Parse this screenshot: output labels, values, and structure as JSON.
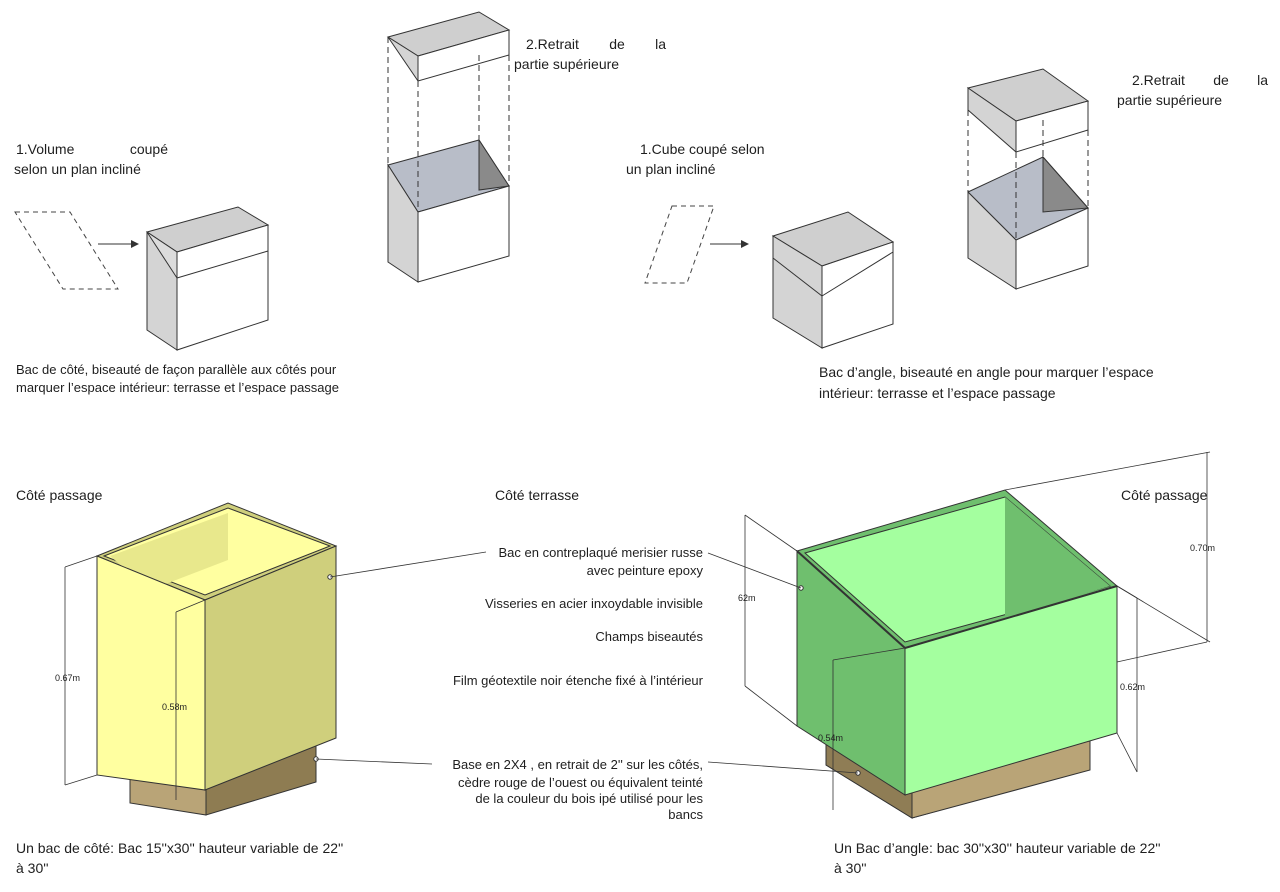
{
  "top_left": {
    "step1_line1": "1.Volume coupé",
    "step1_line2": "selon un plan incliné",
    "step2_line1": "2.Retrait de la",
    "step2_line2": "partie supérieure",
    "caption_line1": "Bac de côté, biseauté de façon parallèle aux côtés pour",
    "caption_line2": "marquer l’espace intérieur: terrasse et l’espace passage"
  },
  "top_right": {
    "step1_line1": "1.Cube coupé selon",
    "step1_line2": "un plan incliné",
    "step2_line1": "2.Retrait de la",
    "step2_line2": "partie supérieure",
    "caption_line1": "Bac d’angle, biseauté en angle pour marquer l’espace",
    "caption_line2": "intérieur: terrasse et l’espace passage"
  },
  "bottom": {
    "label_left_passage": "Côté passage",
    "label_terrasse": "Côté terrasse",
    "label_right_passage": "Côté passage",
    "note_1_line1": "Bac en contreplaqué merisier russe",
    "note_1_line2": "avec peinture epoxy",
    "note_2": "Visseries en acier inxoydable invisible",
    "note_3": "Champs biseautés",
    "note_4": "Film géotextile noir étenche fixé à l’intérieur",
    "note_5_line1": "Base en 2X4 , en retrait de 2'' sur les côtés,",
    "note_5_line2": "cèdre rouge de l’ouest ou équivalent teinté",
    "note_5_line3": "de la couleur du bois ipé utilisé pour les",
    "note_5_line4": "bancs",
    "caption_left_line1": "Un bac de côté: Bac 15''x30'' hauteur variable de 22''",
    "caption_left_line2": "à 30''",
    "caption_right_line1": "Un Bac d’angle: bac 30''x30'' hauteur variable de 22''",
    "caption_right_line2": "à 30''",
    "dim_left_outer": "0.67m",
    "dim_left_inner": "0.58m",
    "dim_right_top": "0.70m",
    "dim_right_62a": "62m",
    "dim_right_62b": "0.62m",
    "dim_right_54": "0.54m"
  },
  "colors": {
    "yellow_front": "#ffffa0",
    "yellow_side": "#cfcf7c",
    "green_front": "#a4ff9f",
    "green_side": "#6fbf6e",
    "base_wood": "#b9a477",
    "grey_light": "#d4d4d4"
  }
}
